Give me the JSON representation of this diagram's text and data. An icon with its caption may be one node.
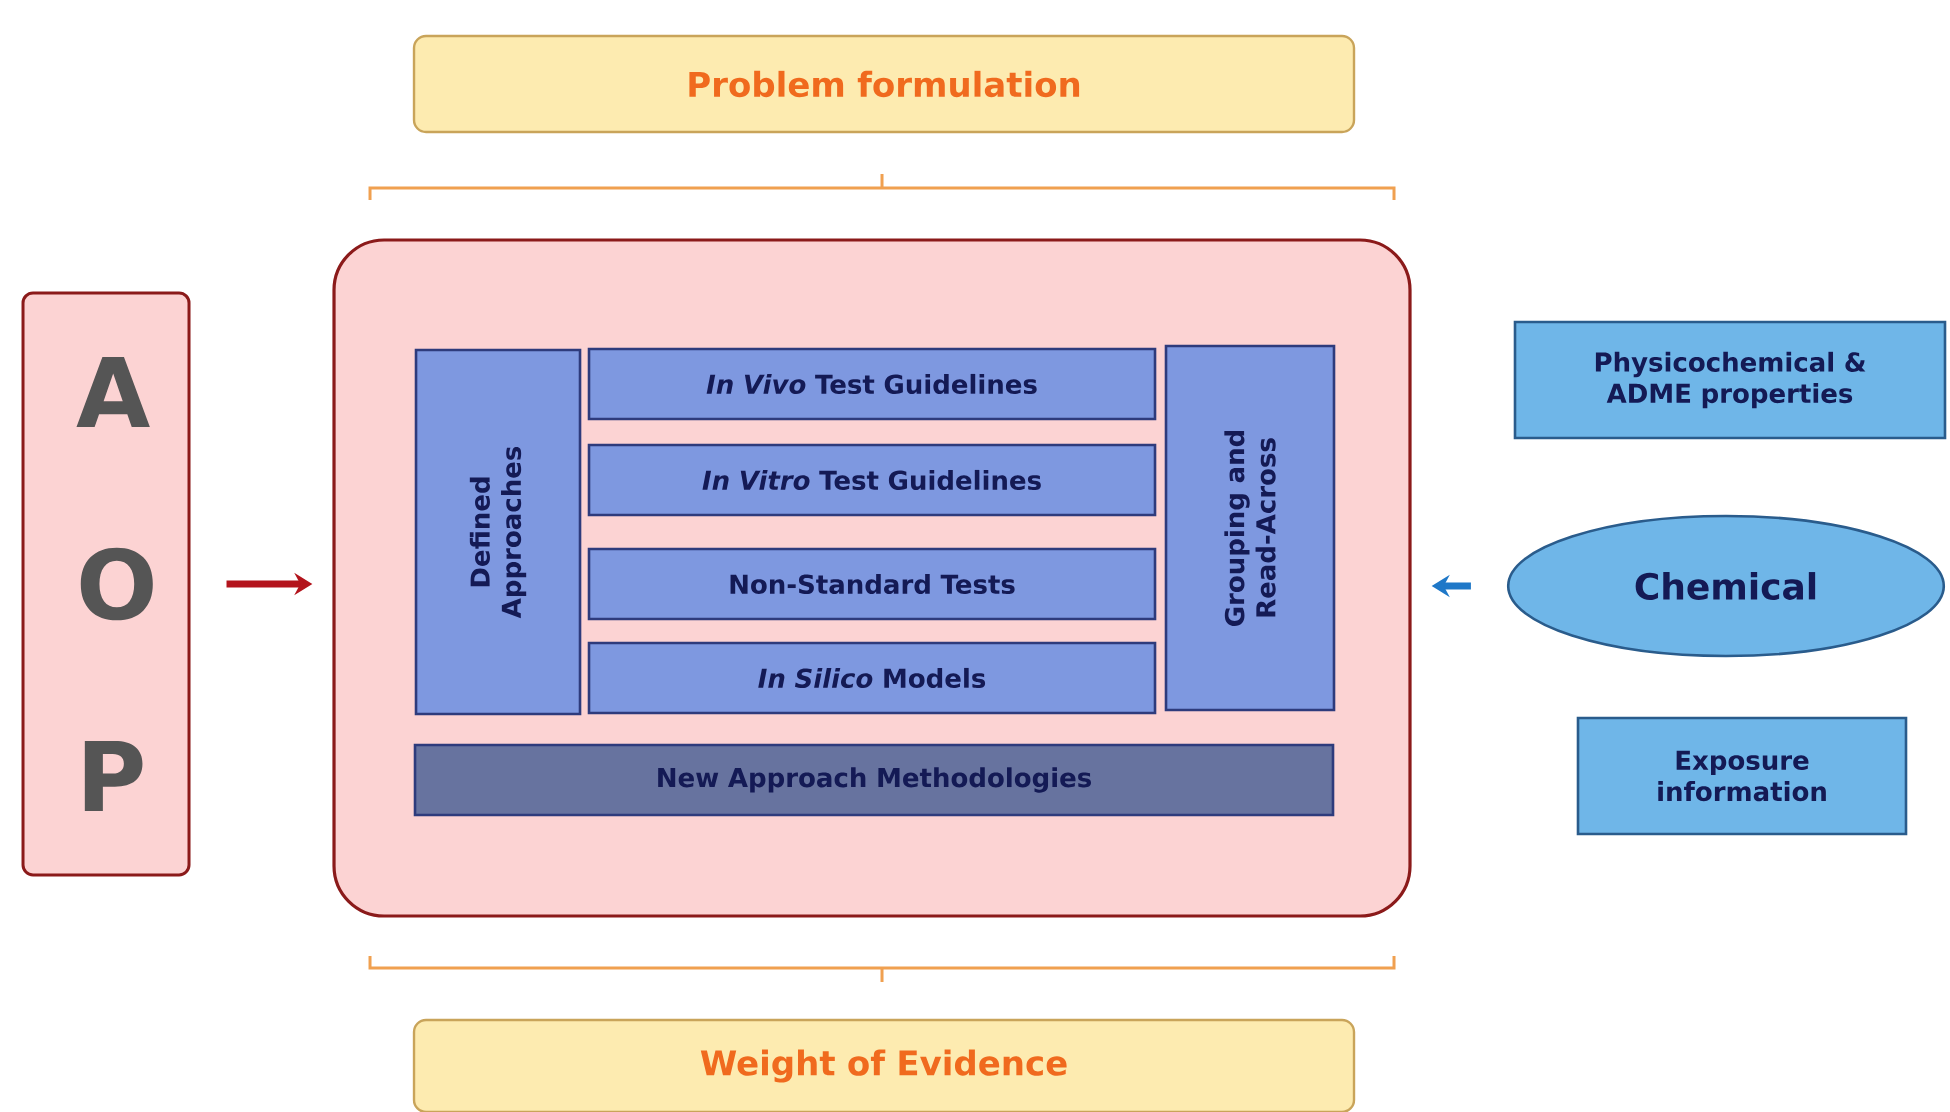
{
  "diagram": {
    "nodes": [
      {
        "text": [
          "Problem formulation"
        ]
      },
      {
        "text": [
          "A O P"
        ]
      },
      {
        "text": [],
        "shape": "box"
      },
      {
        "text": [
          "Defined Approaches"
        ],
        "in": 2
      },
      {
        "text": [
          "*In Vivo* Test Guidelines"
        ],
        "in": 2
      },
      {
        "text": [
          "*In Vitro* Test Guidelines"
        ],
        "in": 2
      },
      {
        "text": [
          "Non-Standard Tests"
        ],
        "in": 2
      },
      {
        "text": [
          "*In Silico* Models"
        ],
        "in": 2
      },
      {
        "text": [
          "Grouping and Read-Across"
        ],
        "in": 2
      },
      {
        "text": [
          "New Approach Methodologies"
        ],
        "in": 2
      },
      {
        "text": [
          "Physicochemical & ADME properties"
        ]
      },
      {
        "text": [
          "Chemical"
        ]
      },
      {
        "text": [
          "Exposure information"
        ]
      },
      {
        "text": [
          "Weight of Evidence"
        ]
      }
    ],
    "edges": [
      {
        "from": 1,
        "to": 2,
        "arrow": "to",
        "color": "#b3141c"
      },
      {
        "from": 11,
        "to": 2,
        "arrow": "to",
        "color": "#1f78c8"
      }
    ]
  }
}
